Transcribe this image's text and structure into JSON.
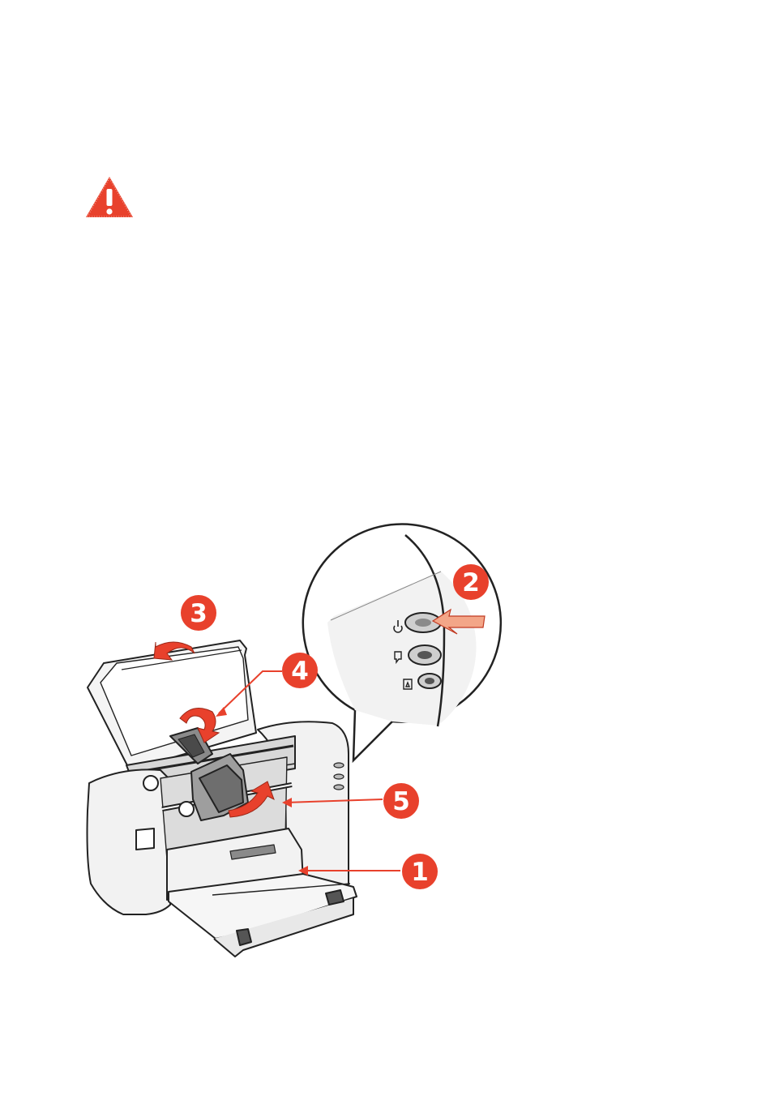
{
  "warning": {
    "icon": "warning-triangle-icon",
    "color": "#e8412c"
  },
  "callouts": [
    {
      "id": "tray",
      "number": "1"
    },
    {
      "id": "power-button",
      "number": "2"
    },
    {
      "id": "top-cover",
      "number": "3"
    },
    {
      "id": "cartridge-latch",
      "number": "4"
    },
    {
      "id": "cartridge",
      "number": "5"
    }
  ],
  "colors": {
    "callout": "#e8412c",
    "outline": "#222222",
    "panel": "#f0f0f0"
  }
}
